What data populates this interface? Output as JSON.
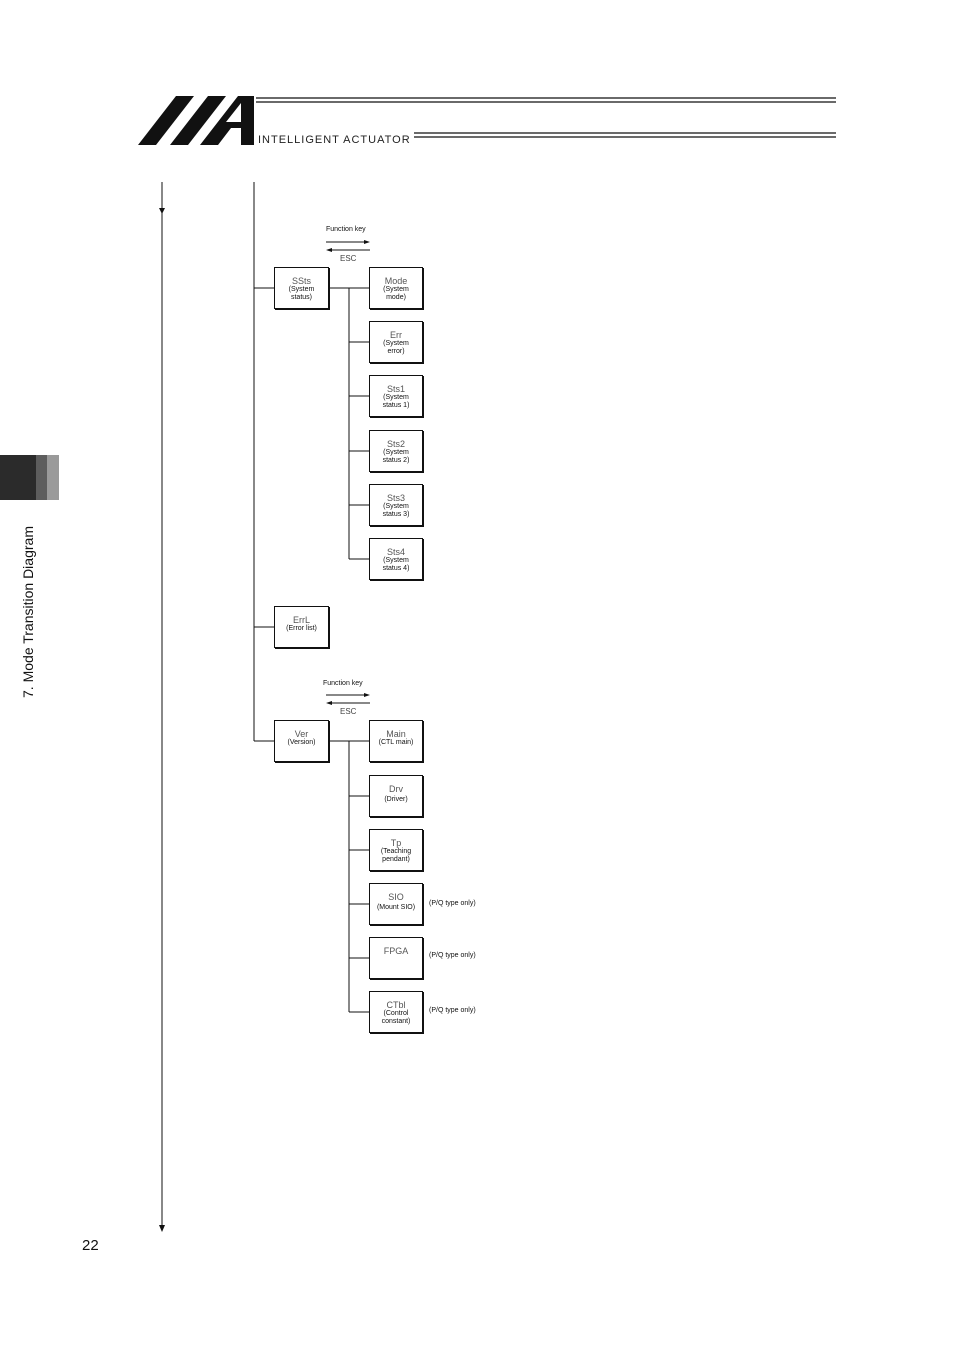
{
  "header": {
    "brand_text": "INTELLIGENT ACTUATOR",
    "logo_icon": "iai-logo-icon"
  },
  "side_tab": {
    "title": "7. Mode Transition Diagram"
  },
  "page_number": "22",
  "diagram": {
    "top_group": {
      "function_key_label": "Function key",
      "esc_label": "ESC",
      "parent": {
        "code": "SSts",
        "desc": "(System\nstatus)"
      },
      "children": [
        {
          "code": "Mode",
          "desc": "(System\nmode)"
        },
        {
          "code": "Err",
          "desc": "(System\nerror)"
        },
        {
          "code": "Sts1",
          "desc": "(System\nstatus 1)"
        },
        {
          "code": "Sts2",
          "desc": "(System\nstatus 2)"
        },
        {
          "code": "Sts3",
          "desc": "(System\nstatus 3)"
        },
        {
          "code": "Sts4",
          "desc": "(System\nstatus 4)"
        }
      ]
    },
    "errl": {
      "code": "ErrL",
      "desc": "(Error list)"
    },
    "bottom_group": {
      "function_key_label": "Function key",
      "esc_label": "ESC",
      "parent": {
        "code": "Ver",
        "desc": "(Version)"
      },
      "children": [
        {
          "code": "Main",
          "desc": "(CTL main)",
          "note": ""
        },
        {
          "code": "Drv",
          "desc": "(Driver)",
          "note": ""
        },
        {
          "code": "Tp",
          "desc": "(Teaching\npendant)",
          "note": ""
        },
        {
          "code": "SIO",
          "desc": "(Mount SIO)",
          "note": "(P/Q type only)"
        },
        {
          "code": "FPGA",
          "desc": "",
          "note": "(P/Q type only)"
        },
        {
          "code": "CTbl",
          "desc": "(Control\nconstant)",
          "note": "(P/Q type only)"
        }
      ]
    }
  }
}
